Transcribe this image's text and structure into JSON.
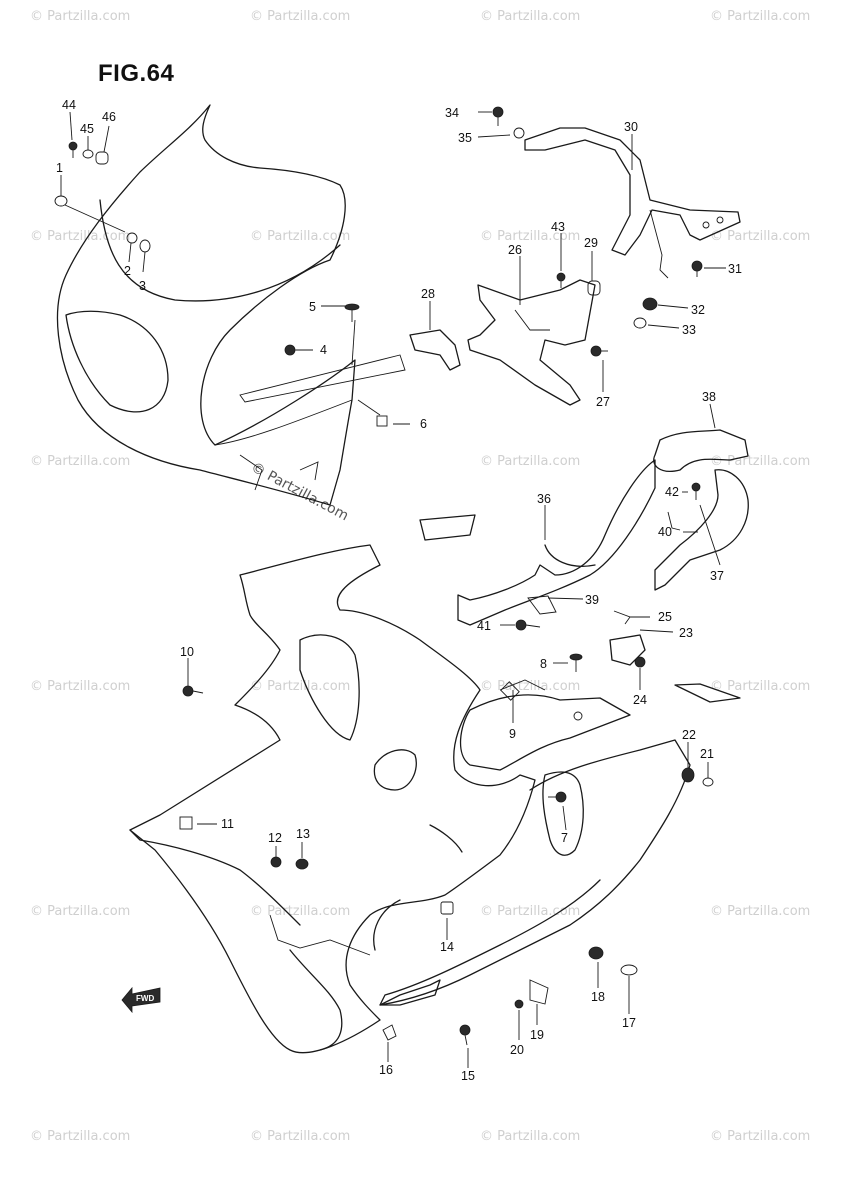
{
  "figure": {
    "title": "FIG.64"
  },
  "watermark": {
    "text": "© Partzilla.com",
    "center_text": "© Partzilla.com"
  },
  "fwd_label": "FWD",
  "callouts": [
    "1",
    "2",
    "3",
    "4",
    "5",
    "6",
    "7",
    "8",
    "9",
    "10",
    "11",
    "12",
    "13",
    "14",
    "15",
    "16",
    "17",
    "18",
    "19",
    "20",
    "21",
    "22",
    "23",
    "24",
    "25",
    "26",
    "27",
    "28",
    "29",
    "30",
    "31",
    "32",
    "33",
    "34",
    "35",
    "36",
    "37",
    "38",
    "39",
    "40",
    "41",
    "42",
    "43",
    "44",
    "45",
    "46"
  ]
}
